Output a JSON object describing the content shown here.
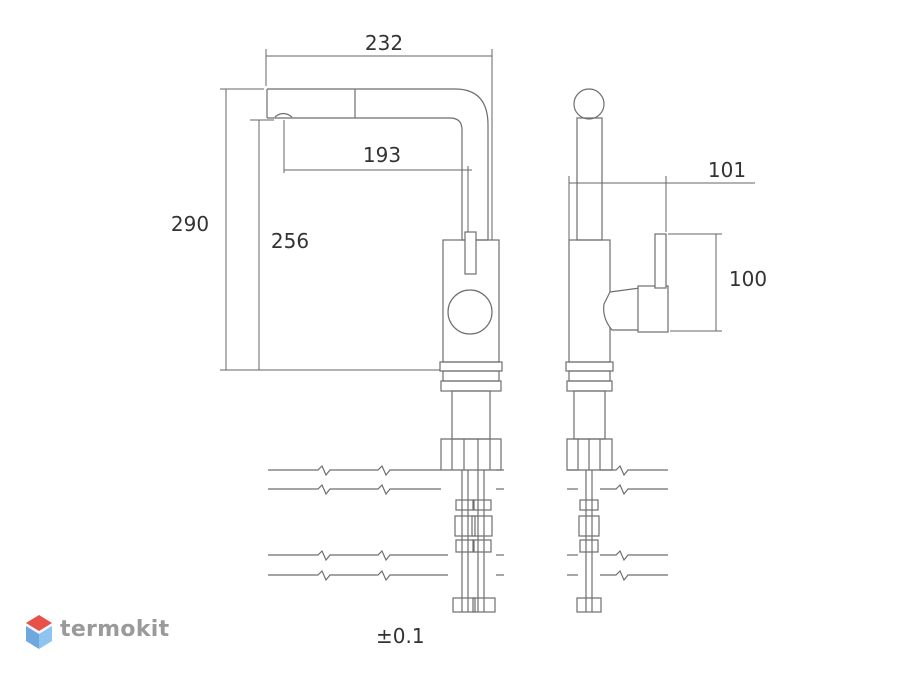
{
  "dimensions": {
    "overall_width": "232",
    "spout_reach": "193",
    "overall_height": "290",
    "spout_height": "256",
    "side_depth": "101",
    "lever_height": "100"
  },
  "tolerance": "±0.1",
  "brand": {
    "name": "termokit",
    "logo_colors": [
      "#e8504a",
      "#6fa8dc",
      "#8fc3f0"
    ]
  },
  "colors": {
    "line": "#6e6e6e",
    "text": "#333333",
    "watermark": "#9a9a9a"
  }
}
